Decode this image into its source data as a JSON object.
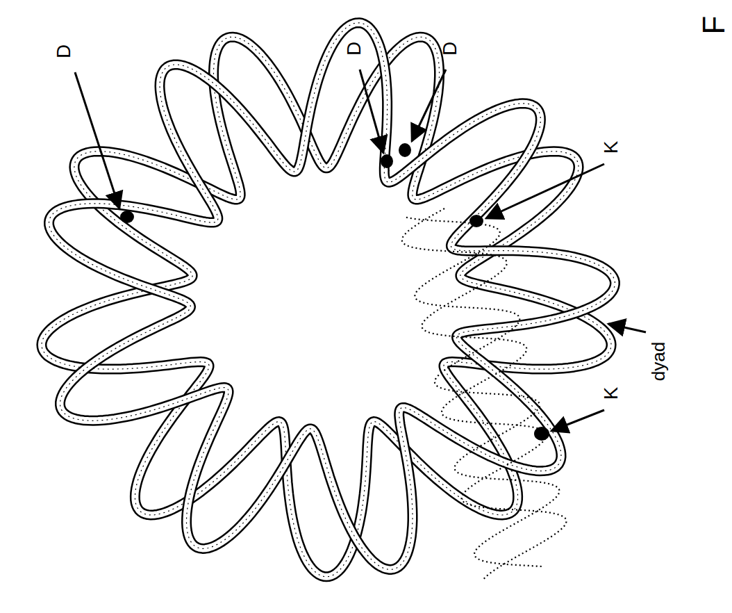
{
  "diagram": {
    "labels": [
      "F",
      "D",
      "D",
      "D",
      "K",
      "K",
      "dyad"
    ]
  }
}
